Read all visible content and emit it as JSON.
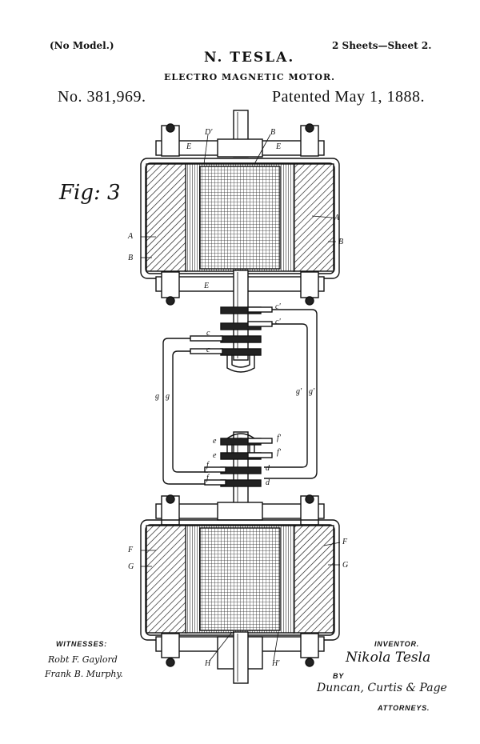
{
  "header": {
    "model_note": "(No Model.)",
    "sheets": "2 Sheets—Sheet 2.",
    "inventor_name": "N. TESLA.",
    "invention": "ELECTRO MAGNETIC MOTOR.",
    "patent_no": "No. 381,969.",
    "patent_date": "Patented May 1, 1888."
  },
  "figure": {
    "fig_label": "Fig: 3",
    "labels": {
      "D_prime": "D'",
      "B_top": "B",
      "E_tl": "E",
      "E_tr": "E",
      "A_right": "A",
      "A_left": "A",
      "B_left": "B",
      "B_right": "B",
      "E_bottom": "E",
      "c1_prime": "c'",
      "c2_prime": "c'",
      "c1": "c",
      "c2": "c",
      "g1": "g",
      "g2": "g",
      "g3_prime": "g'",
      "g4_prime": "g'",
      "e1": "e",
      "e2": "e",
      "f1_prime": "f'",
      "f2_prime": "f'",
      "f1": "f",
      "f2": "f",
      "d1": "d",
      "d2": "d",
      "F_left": "F",
      "G_left": "G",
      "F_right": "F",
      "G_right": "G",
      "H_left": "H",
      "H_right": "H'"
    }
  },
  "footer": {
    "witnesses_label": "WITNESSES:",
    "witness_1": "Robt F. Gaylord",
    "witness_2": "Frank B. Murphy.",
    "inventor_label": "INVENTOR.",
    "inventor_signature": "Nikola Tesla",
    "by_label": "BY",
    "attorneys_signature": "Duncan, Curtis & Page",
    "attorneys_label": "ATTORNEYS."
  }
}
